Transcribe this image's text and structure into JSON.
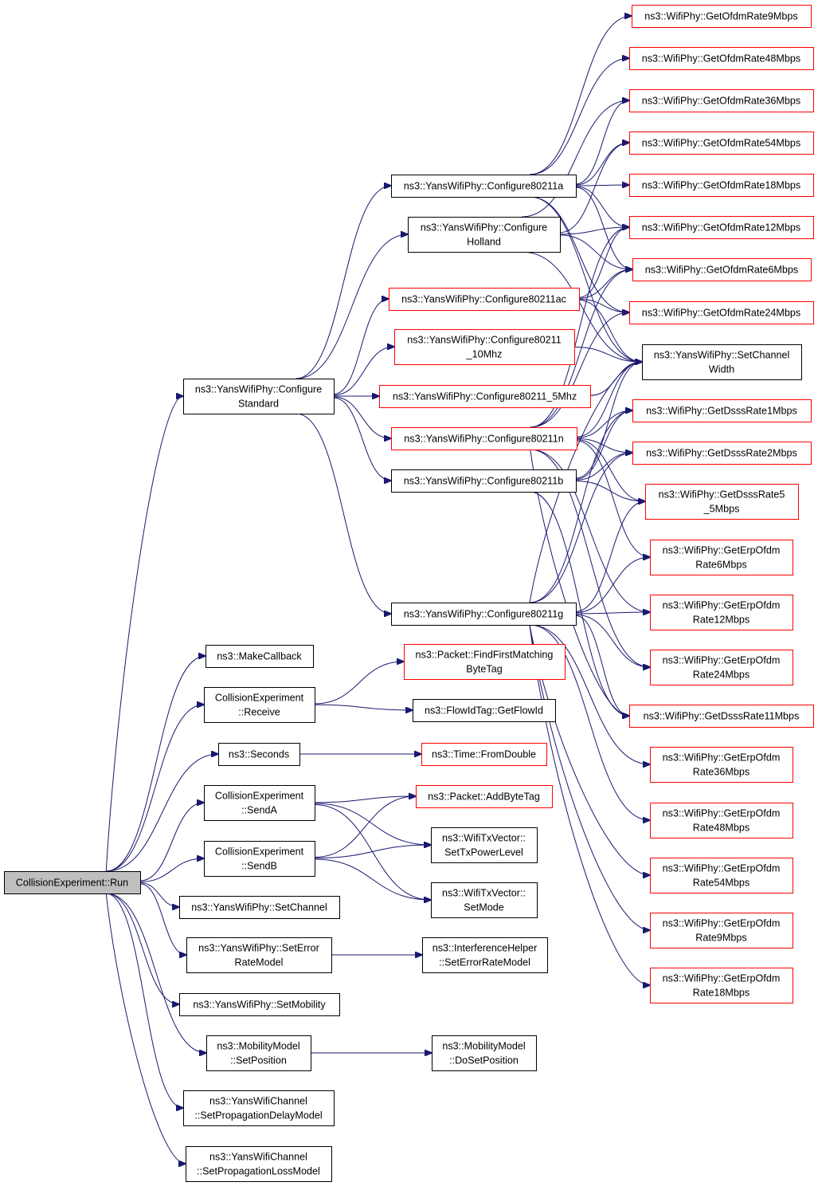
{
  "colors": {
    "edge": "#191970",
    "border_black": "#000000",
    "border_red": "#ff0000",
    "root_fill": "#bfbfbf",
    "node_fill": "#ffffff"
  },
  "nodes": [
    {
      "id": "run",
      "lines": [
        "CollisionExperiment::Run"
      ],
      "style": "root"
    },
    {
      "id": "cfg_std",
      "lines": [
        "ns3::YansWifiPhy::Configure",
        "Standard"
      ],
      "style": "black"
    },
    {
      "id": "makecb",
      "lines": [
        "ns3::MakeCallback"
      ],
      "style": "black"
    },
    {
      "id": "receive",
      "lines": [
        "CollisionExperiment",
        "::Receive"
      ],
      "style": "black"
    },
    {
      "id": "seconds",
      "lines": [
        "ns3::Seconds"
      ],
      "style": "black"
    },
    {
      "id": "senda",
      "lines": [
        "CollisionExperiment",
        "::SendA"
      ],
      "style": "black"
    },
    {
      "id": "sendb",
      "lines": [
        "CollisionExperiment",
        "::SendB"
      ],
      "style": "black"
    },
    {
      "id": "setchannel",
      "lines": [
        "ns3::YansWifiPhy::SetChannel"
      ],
      "style": "black"
    },
    {
      "id": "seterm",
      "lines": [
        "ns3::YansWifiPhy::SetError",
        "RateModel"
      ],
      "style": "black"
    },
    {
      "id": "setmob",
      "lines": [
        "ns3::YansWifiPhy::SetMobility"
      ],
      "style": "black"
    },
    {
      "id": "setpos",
      "lines": [
        "ns3::MobilityModel",
        "::SetPosition"
      ],
      "style": "black"
    },
    {
      "id": "setpdm",
      "lines": [
        "ns3::YansWifiChannel",
        "::SetPropagationDelayModel"
      ],
      "style": "black"
    },
    {
      "id": "setplm",
      "lines": [
        "ns3::YansWifiChannel",
        "::SetPropagationLossModel"
      ],
      "style": "black"
    },
    {
      "id": "c11a",
      "lines": [
        "ns3::YansWifiPhy::Configure80211a"
      ],
      "style": "black"
    },
    {
      "id": "cholland",
      "lines": [
        "ns3::YansWifiPhy::Configure",
        "Holland"
      ],
      "style": "black"
    },
    {
      "id": "c11ac",
      "lines": [
        "ns3::YansWifiPhy::Configure80211ac"
      ],
      "style": "red"
    },
    {
      "id": "c10mhz",
      "lines": [
        "ns3::YansWifiPhy::Configure80211",
        "_10Mhz"
      ],
      "style": "red"
    },
    {
      "id": "c5mhz",
      "lines": [
        "ns3::YansWifiPhy::Configure80211_5Mhz"
      ],
      "style": "red"
    },
    {
      "id": "c11n",
      "lines": [
        "ns3::YansWifiPhy::Configure80211n"
      ],
      "style": "red"
    },
    {
      "id": "c11b",
      "lines": [
        "ns3::YansWifiPhy::Configure80211b"
      ],
      "style": "black"
    },
    {
      "id": "c11g",
      "lines": [
        "ns3::YansWifiPhy::Configure80211g"
      ],
      "style": "black"
    },
    {
      "id": "findtag",
      "lines": [
        "ns3::Packet::FindFirstMatching",
        "ByteTag"
      ],
      "style": "red"
    },
    {
      "id": "getflow",
      "lines": [
        "ns3::FlowIdTag::GetFlowId"
      ],
      "style": "black"
    },
    {
      "id": "fromdouble",
      "lines": [
        "ns3::Time::FromDouble"
      ],
      "style": "red"
    },
    {
      "id": "addbytetag",
      "lines": [
        "ns3::Packet::AddByteTag"
      ],
      "style": "red"
    },
    {
      "id": "settxpl",
      "lines": [
        "ns3::WifiTxVector::",
        "SetTxPowerLevel"
      ],
      "style": "black"
    },
    {
      "id": "setmode",
      "lines": [
        "ns3::WifiTxVector::",
        "SetMode"
      ],
      "style": "black"
    },
    {
      "id": "iherm",
      "lines": [
        "ns3::InterferenceHelper",
        "::SetErrorRateModel"
      ],
      "style": "black"
    },
    {
      "id": "dosetpos",
      "lines": [
        "ns3::MobilityModel",
        "::DoSetPosition"
      ],
      "style": "black"
    },
    {
      "id": "o9",
      "lines": [
        "ns3::WifiPhy::GetOfdmRate9Mbps"
      ],
      "style": "red"
    },
    {
      "id": "o48",
      "lines": [
        "ns3::WifiPhy::GetOfdmRate48Mbps"
      ],
      "style": "red"
    },
    {
      "id": "o36",
      "lines": [
        "ns3::WifiPhy::GetOfdmRate36Mbps"
      ],
      "style": "red"
    },
    {
      "id": "o54",
      "lines": [
        "ns3::WifiPhy::GetOfdmRate54Mbps"
      ],
      "style": "red"
    },
    {
      "id": "o18",
      "lines": [
        "ns3::WifiPhy::GetOfdmRate18Mbps"
      ],
      "style": "red"
    },
    {
      "id": "o12",
      "lines": [
        "ns3::WifiPhy::GetOfdmRate12Mbps"
      ],
      "style": "red"
    },
    {
      "id": "o6",
      "lines": [
        "ns3::WifiPhy::GetOfdmRate6Mbps"
      ],
      "style": "red"
    },
    {
      "id": "o24",
      "lines": [
        "ns3::WifiPhy::GetOfdmRate24Mbps"
      ],
      "style": "red"
    },
    {
      "id": "setcw",
      "lines": [
        "ns3::YansWifiPhy::SetChannel",
        "Width"
      ],
      "style": "black"
    },
    {
      "id": "d1",
      "lines": [
        "ns3::WifiPhy::GetDsssRate1Mbps"
      ],
      "style": "red"
    },
    {
      "id": "d2",
      "lines": [
        "ns3::WifiPhy::GetDsssRate2Mbps"
      ],
      "style": "red"
    },
    {
      "id": "d55",
      "lines": [
        "ns3::WifiPhy::GetDsssRate5",
        "_5Mbps"
      ],
      "style": "red"
    },
    {
      "id": "e6",
      "lines": [
        "ns3::WifiPhy::GetErpOfdm",
        "Rate6Mbps"
      ],
      "style": "red"
    },
    {
      "id": "e12",
      "lines": [
        "ns3::WifiPhy::GetErpOfdm",
        "Rate12Mbps"
      ],
      "style": "red"
    },
    {
      "id": "e24",
      "lines": [
        "ns3::WifiPhy::GetErpOfdm",
        "Rate24Mbps"
      ],
      "style": "red"
    },
    {
      "id": "d11",
      "lines": [
        "ns3::WifiPhy::GetDsssRate11Mbps"
      ],
      "style": "red"
    },
    {
      "id": "e36",
      "lines": [
        "ns3::WifiPhy::GetErpOfdm",
        "Rate36Mbps"
      ],
      "style": "red"
    },
    {
      "id": "e48",
      "lines": [
        "ns3::WifiPhy::GetErpOfdm",
        "Rate48Mbps"
      ],
      "style": "red"
    },
    {
      "id": "e54",
      "lines": [
        "ns3::WifiPhy::GetErpOfdm",
        "Rate54Mbps"
      ],
      "style": "red"
    },
    {
      "id": "e9",
      "lines": [
        "ns3::WifiPhy::GetErpOfdm",
        "Rate9Mbps"
      ],
      "style": "red"
    },
    {
      "id": "e18",
      "lines": [
        "ns3::WifiPhy::GetErpOfdm",
        "Rate18Mbps"
      ],
      "style": "red"
    }
  ],
  "edges": [
    [
      "run",
      "cfg_std"
    ],
    [
      "run",
      "makecb"
    ],
    [
      "run",
      "receive"
    ],
    [
      "run",
      "seconds"
    ],
    [
      "run",
      "senda"
    ],
    [
      "run",
      "sendb"
    ],
    [
      "run",
      "setchannel"
    ],
    [
      "run",
      "seterm"
    ],
    [
      "run",
      "setmob"
    ],
    [
      "run",
      "setpos"
    ],
    [
      "run",
      "setpdm"
    ],
    [
      "run",
      "setplm"
    ],
    [
      "cfg_std",
      "c11a"
    ],
    [
      "cfg_std",
      "cholland"
    ],
    [
      "cfg_std",
      "c11ac"
    ],
    [
      "cfg_std",
      "c10mhz"
    ],
    [
      "cfg_std",
      "c5mhz"
    ],
    [
      "cfg_std",
      "c11n"
    ],
    [
      "cfg_std",
      "c11b"
    ],
    [
      "cfg_std",
      "c11g"
    ],
    [
      "receive",
      "findtag"
    ],
    [
      "receive",
      "getflow"
    ],
    [
      "seconds",
      "fromdouble"
    ],
    [
      "senda",
      "addbytetag"
    ],
    [
      "senda",
      "settxpl"
    ],
    [
      "senda",
      "setmode"
    ],
    [
      "sendb",
      "addbytetag"
    ],
    [
      "sendb",
      "settxpl"
    ],
    [
      "sendb",
      "setmode"
    ],
    [
      "seterm",
      "iherm"
    ],
    [
      "setpos",
      "dosetpos"
    ],
    [
      "c11a",
      "o9"
    ],
    [
      "c11a",
      "o48"
    ],
    [
      "c11a",
      "o36"
    ],
    [
      "c11a",
      "o54"
    ],
    [
      "c11a",
      "o18"
    ],
    [
      "c11a",
      "o12"
    ],
    [
      "c11a",
      "o6"
    ],
    [
      "c11a",
      "o24"
    ],
    [
      "c11a",
      "setcw"
    ],
    [
      "cholland",
      "o36"
    ],
    [
      "cholland",
      "o54"
    ],
    [
      "cholland",
      "o12"
    ],
    [
      "cholland",
      "o6"
    ],
    [
      "cholland",
      "setcw"
    ],
    [
      "c11ac",
      "o12"
    ],
    [
      "c11ac",
      "o6"
    ],
    [
      "c11ac",
      "o24"
    ],
    [
      "c11ac",
      "setcw"
    ],
    [
      "c10mhz",
      "setcw"
    ],
    [
      "c5mhz",
      "setcw"
    ],
    [
      "c11n",
      "o12"
    ],
    [
      "c11n",
      "o6"
    ],
    [
      "c11n",
      "o24"
    ],
    [
      "c11n",
      "setcw"
    ],
    [
      "c11n",
      "d1"
    ],
    [
      "c11n",
      "d2"
    ],
    [
      "c11n",
      "d55"
    ],
    [
      "c11n",
      "e6"
    ],
    [
      "c11n",
      "e12"
    ],
    [
      "c11n",
      "e24"
    ],
    [
      "c11n",
      "d11"
    ],
    [
      "c11b",
      "d1"
    ],
    [
      "c11b",
      "d2"
    ],
    [
      "c11b",
      "d55"
    ],
    [
      "c11b",
      "setcw"
    ],
    [
      "c11b",
      "d11"
    ],
    [
      "c11g",
      "setcw"
    ],
    [
      "c11g",
      "d1"
    ],
    [
      "c11g",
      "d2"
    ],
    [
      "c11g",
      "d55"
    ],
    [
      "c11g",
      "e6"
    ],
    [
      "c11g",
      "e12"
    ],
    [
      "c11g",
      "e24"
    ],
    [
      "c11g",
      "d11"
    ],
    [
      "c11g",
      "e36"
    ],
    [
      "c11g",
      "e48"
    ],
    [
      "c11g",
      "e54"
    ],
    [
      "c11g",
      "e9"
    ],
    [
      "c11g",
      "e18"
    ]
  ]
}
